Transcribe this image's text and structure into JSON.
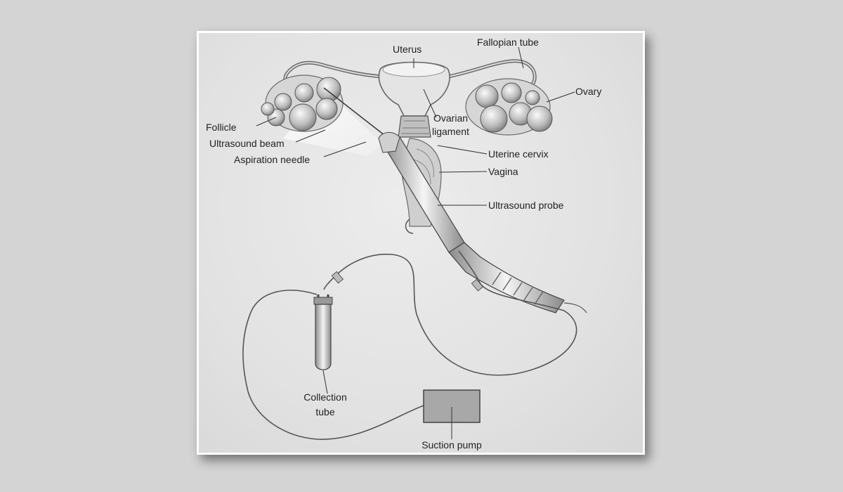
{
  "labels": {
    "uterus": "Uterus",
    "fallopian_tube": "Fallopian tube",
    "ovary": "Ovary",
    "follicle": "Follicle",
    "ovarian_ligament_1": "Ovarian",
    "ovarian_ligament_2": "ligament",
    "ultrasound_beam": "Ultrasound beam",
    "aspiration_needle": "Aspiration needle",
    "uterine_cervix": "Uterine cervix",
    "vagina": "Vagina",
    "ultrasound_probe": "Ultrasound probe",
    "collection_tube_1": "Collection",
    "collection_tube_2": "tube",
    "suction_pump": "Suction pump"
  }
}
